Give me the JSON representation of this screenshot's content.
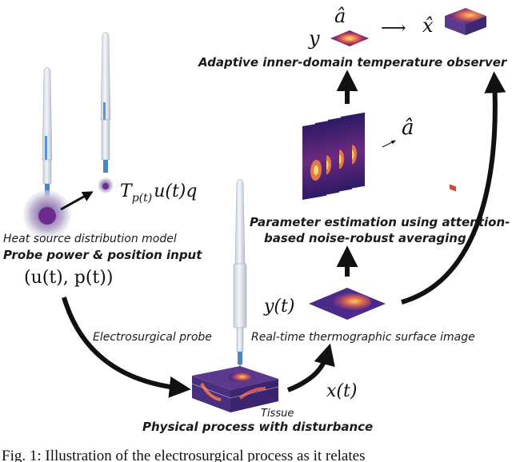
{
  "labels": {
    "observer_title": "Adaptive inner-domain temperature observer",
    "param_est_line1": "Parameter estimation using attention-",
    "param_est_line2": "based noise-robust averaging",
    "heat_source_model": "Heat source distribution model",
    "probe_input": "Probe power & position input",
    "electrosurgical_probe": "Electrosurgical probe",
    "thermographic_image": "Real-time thermographic surface image",
    "tissue": "Tissue",
    "physical_process": "Physical process with disturbance"
  },
  "math": {
    "y": "y",
    "a_hat_top": "â",
    "arrow": "⟶",
    "x_hat": "x̂",
    "a_hat_mid": "â",
    "heat_term_T": "T",
    "heat_term_sub": "p(t)",
    "heat_term_rest": "u(t)q",
    "input_pair": "(u(t), p(t))",
    "y_t": "y(t)",
    "x_t": "x(t)"
  },
  "caption": "Fig. 1: Illustration of the electrosurgical process as it relates",
  "colors": {
    "probe_body": "#e4e8ef",
    "probe_tip": "#4a86c5",
    "heat_core": "#f7d36b",
    "heat_mid": "#c8405a",
    "heat_outer": "#3b1e6e",
    "arrow": "#111111"
  }
}
